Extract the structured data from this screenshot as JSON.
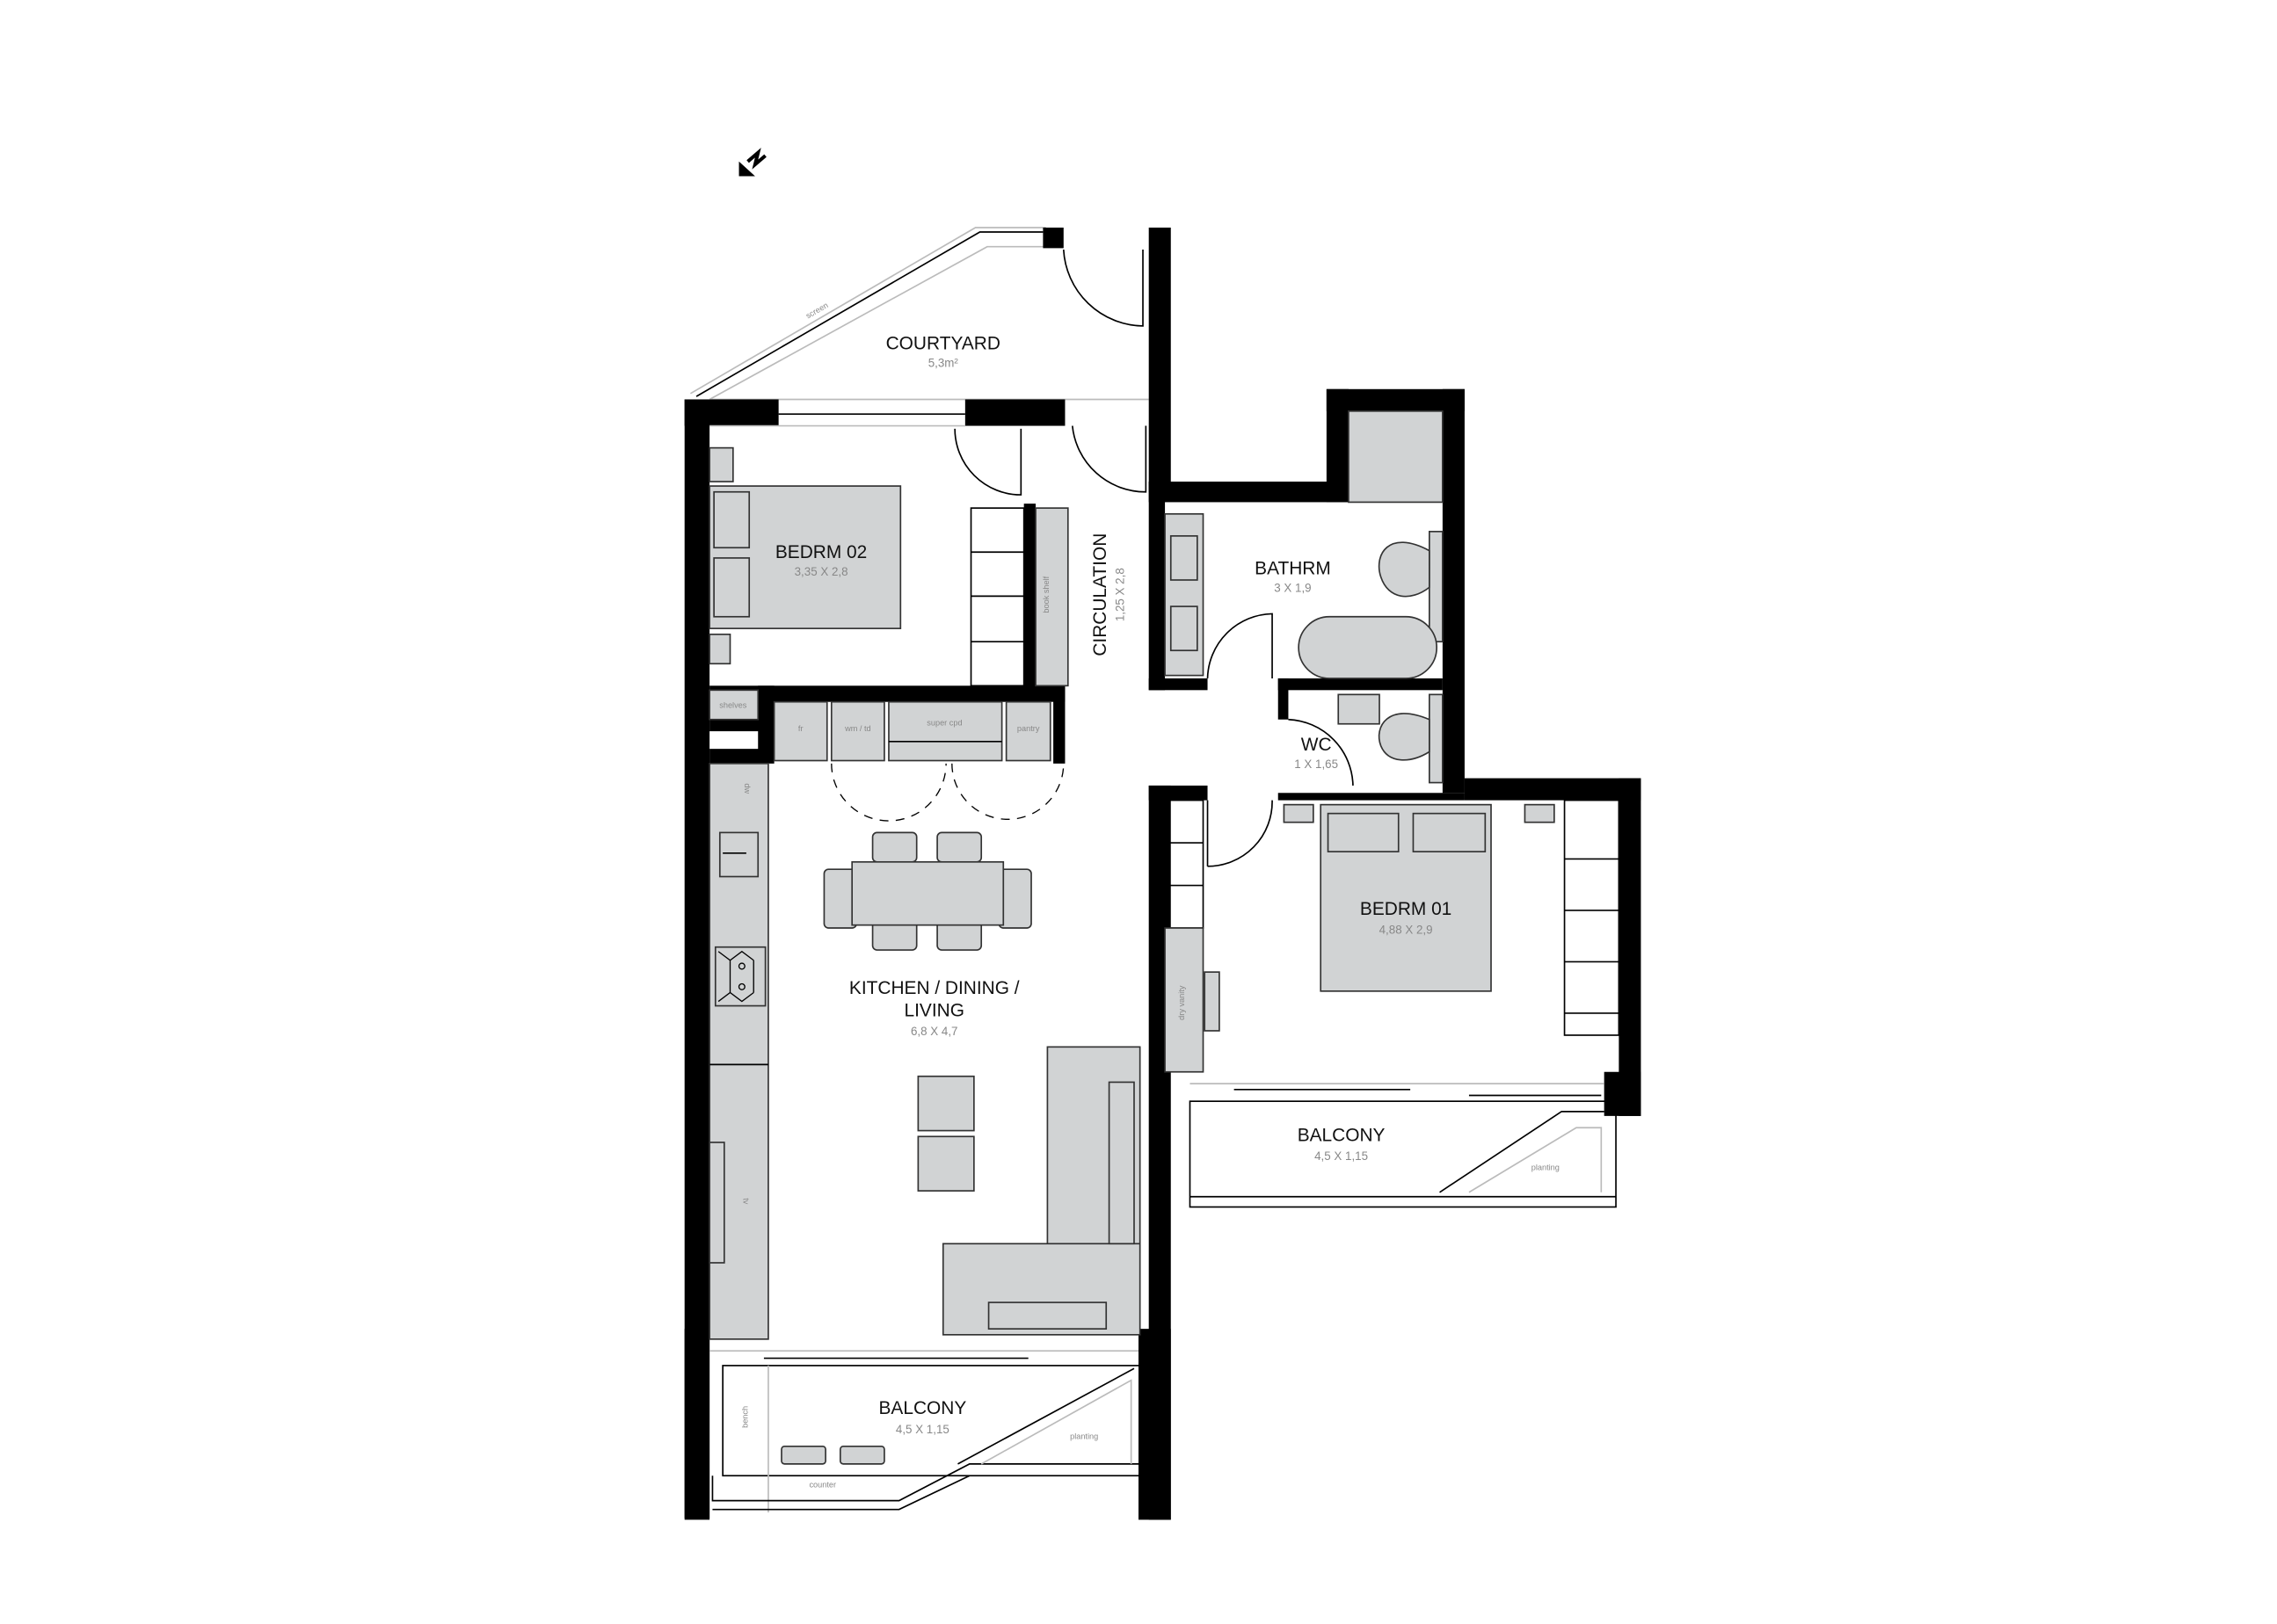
{
  "plan": {
    "north_label": "N",
    "rooms": {
      "courtyard": {
        "name": "COURTYARD",
        "size": "5,3m²"
      },
      "bedroom2": {
        "name": "BEDRM 02",
        "size": "3,35 X 2,8"
      },
      "circulation": {
        "name": "CIRCULATION",
        "size": "1,25 X 2,8"
      },
      "bathroom": {
        "name": "BATHRM",
        "size": "3 X 1,9"
      },
      "wc": {
        "name": "WC",
        "size": "1 X 1,65"
      },
      "bedroom1": {
        "name": "BEDRM 01",
        "size": "4,88 X 2,9"
      },
      "living": {
        "name_line1": "KITCHEN / DINING /",
        "name_line2": "LIVING",
        "size": "6,8 X 4,7"
      },
      "balcony_bedroom": {
        "name": "BALCONY",
        "size": "4,5 X 1,15"
      },
      "balcony_living": {
        "name": "BALCONY",
        "size": "4,5 X 1,15"
      }
    },
    "notes": {
      "screen": "screen",
      "shelves": "shelves",
      "fridge": "fr",
      "laundry": "wm / td",
      "cupboard": "super cpd",
      "pantry": "pantry",
      "book_shelf": "book shelf",
      "dishwasher": "dw",
      "tv": "tv",
      "dry_vanity": "dry vanity",
      "planting_bedroom_balcony": "planting",
      "planting_living_balcony": "planting",
      "bench": "bench",
      "counter": "counter"
    }
  }
}
